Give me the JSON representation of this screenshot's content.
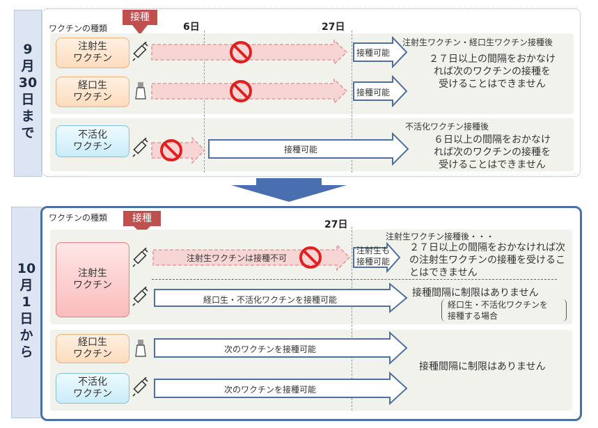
{
  "top": {
    "side_label": [
      "9",
      "月",
      "30",
      "日",
      "ま",
      "で"
    ],
    "vaccine_type_header": "ワクチンの種類",
    "injection_tag": "接種",
    "day6": "6日",
    "day27": "27日",
    "rows": [
      {
        "vaccine": [
          "注射生",
          "ワクチン"
        ],
        "status": "接種可能"
      },
      {
        "vaccine": [
          "経口生",
          "ワクチン"
        ],
        "status": "接種可能"
      },
      {
        "vaccine": [
          "不活化",
          "ワクチン"
        ],
        "status": "接種可能"
      }
    ],
    "note1_title": "注射生ワクチン・経口生ワクチン接種後",
    "note1_body": [
      "２７日以上の間隔をおかなけ",
      "れば次のワクチンの接種を",
      "受けることはできません"
    ],
    "note2_title": "不活化ワクチン接種後",
    "note2_body": [
      "６日以上の間隔をおかなけ",
      "れば次のワクチンの接種を",
      "受けることはできません"
    ]
  },
  "bottom": {
    "side_label": [
      "10",
      "月",
      "1",
      "日",
      "か",
      "ら"
    ],
    "vaccine_type_header": "ワクチンの種類",
    "injection_tag": "接種",
    "day27": "27日",
    "injected_vaccine": [
      "注射生",
      "ワクチン"
    ],
    "arrow_not_allowed": "注射生ワクチンは接種不可",
    "arrow_allowed_after": [
      "注射生も",
      "接種可能"
    ],
    "note_title": "注射生ワクチン接種後・・・",
    "note_body": [
      "２７日以上の間隔をおかなければ次",
      "の注射生ワクチンの接種を受けるこ",
      "とはできません"
    ],
    "arrow_oral_inactivated": "経口生・不活化ワクチンを接種可能",
    "no_limit_note": "接種間隔に制限はありません",
    "bracket_note": [
      "経口生・不活化ワクチンを",
      "接種する場合"
    ],
    "rows": [
      {
        "vaccine": [
          "経口生",
          "ワクチン"
        ],
        "arrow": "次のワクチンを接種可能"
      },
      {
        "vaccine": [
          "不活化",
          "ワクチン"
        ],
        "arrow": "次のワクチンを接種可能"
      }
    ],
    "no_limit_note2": "接種間隔に制限はありません"
  }
}
